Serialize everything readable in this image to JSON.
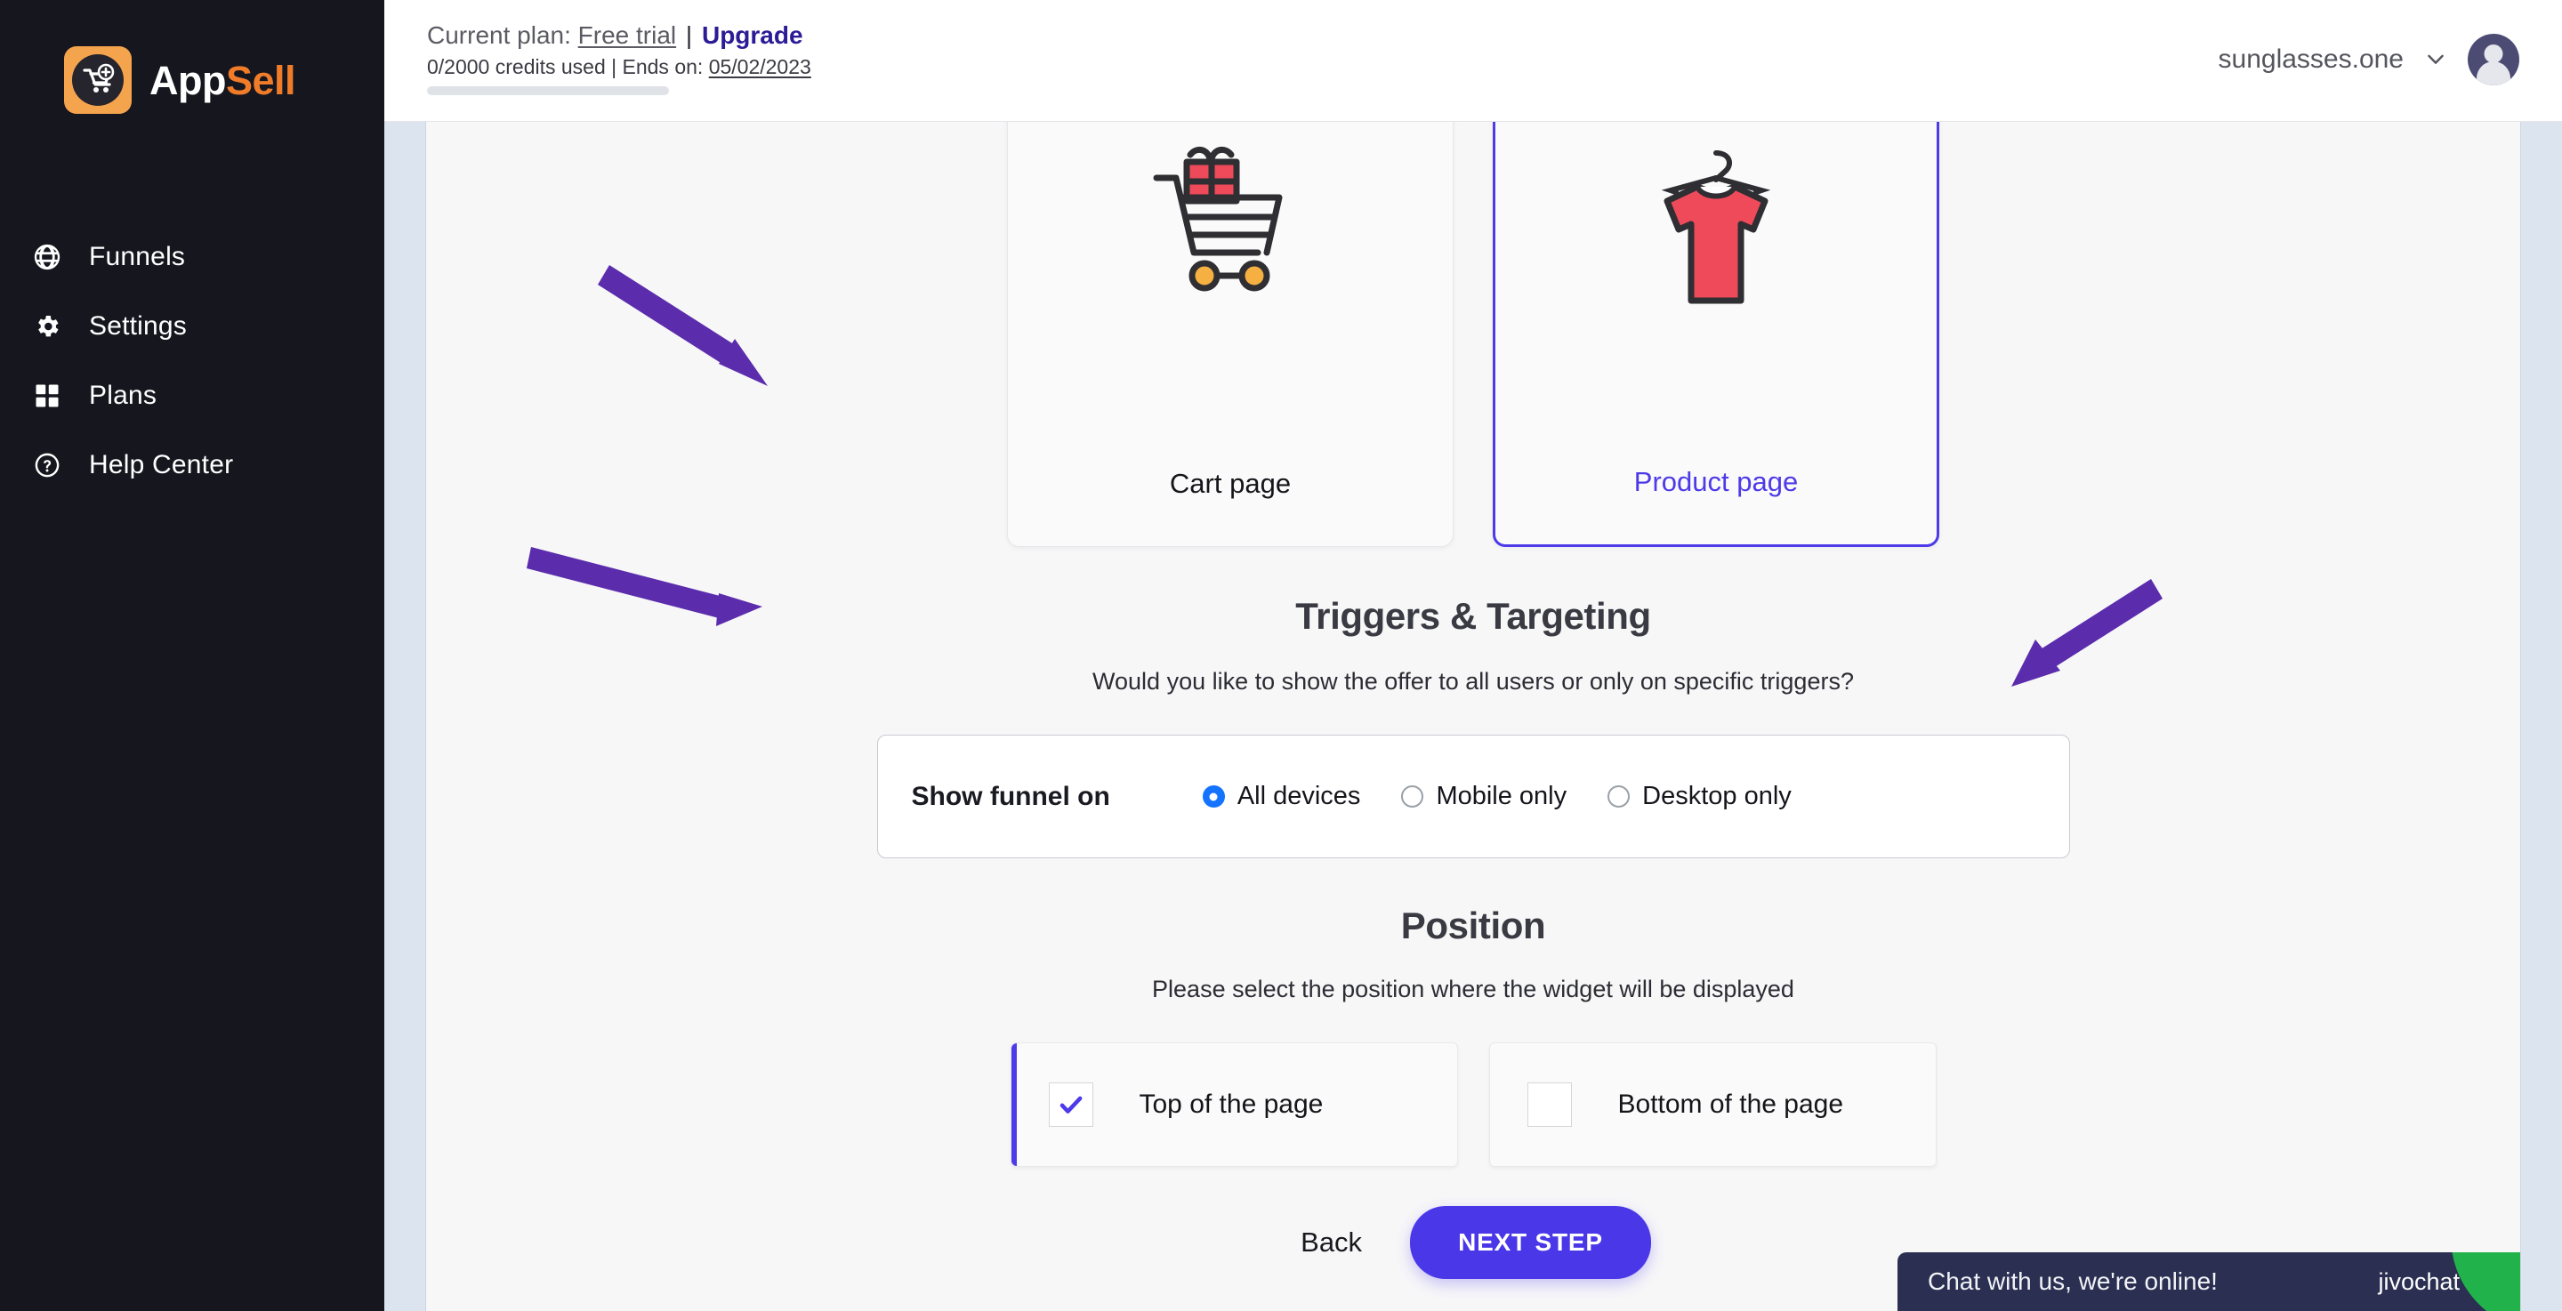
{
  "brand": {
    "name_part1": "App",
    "name_part2": "Sell",
    "logo_icon": "shopping-cart-plus-icon"
  },
  "sidebar": {
    "items": [
      {
        "label": "Funnels",
        "icon": "globe-icon"
      },
      {
        "label": "Settings",
        "icon": "gear-icon"
      },
      {
        "label": "Plans",
        "icon": "grid-icon"
      },
      {
        "label": "Help Center",
        "icon": "question-circle-icon"
      }
    ]
  },
  "topbar": {
    "plan_prefix": "Current plan:",
    "plan_name": "Free trial",
    "plan_separator": "|",
    "upgrade_label": "Upgrade",
    "credits_text": "0/2000 credits used | Ends on:",
    "end_date": "05/02/2023",
    "credits_used": 0,
    "credits_total": 2000,
    "progress_percent": 0,
    "store_name": "sunglasses.one",
    "chevron_icon": "chevron-down-icon",
    "avatar_icon": "user-avatar-icon"
  },
  "page_types": {
    "options": [
      {
        "label": "Cart page",
        "icon": "cart-with-gift-icon",
        "selected": false
      },
      {
        "label": "Product page",
        "icon": "tshirt-on-hanger-icon",
        "selected": true
      }
    ]
  },
  "triggers": {
    "title": "Triggers & Targeting",
    "subtitle": "Would you like to show the offer to all users or only on specific triggers?",
    "funnel_label": "Show funnel on",
    "radio_options": [
      {
        "label": "All devices",
        "selected": true
      },
      {
        "label": "Mobile only",
        "selected": false
      },
      {
        "label": "Desktop only",
        "selected": false
      }
    ]
  },
  "position": {
    "title": "Position",
    "subtitle": "Please select the position where the widget will be displayed",
    "options": [
      {
        "label": "Top of the page",
        "checked": true
      },
      {
        "label": "Bottom of the page",
        "checked": false
      }
    ]
  },
  "actions": {
    "back_label": "Back",
    "next_label": "NEXT STEP"
  },
  "chat_widget": {
    "message": "Chat with us, we're online!",
    "brand": "jivochat"
  },
  "colors": {
    "accent_indigo": "#4d3ae8",
    "button_indigo": "#4a37e8",
    "upgrade_purple": "#2b1b96",
    "radio_blue": "#1473ff",
    "sidebar_bg": "#16161f",
    "brand_orange": "#f07c29",
    "annotation_purple": "#5b2cac",
    "chat_bg": "#2b3052",
    "chat_green": "#22b24c"
  },
  "annotations": {
    "arrows": [
      {
        "name": "arrow-to-triggers-title"
      },
      {
        "name": "arrow-to-position-cards"
      },
      {
        "name": "arrow-to-next-step-button"
      }
    ]
  }
}
